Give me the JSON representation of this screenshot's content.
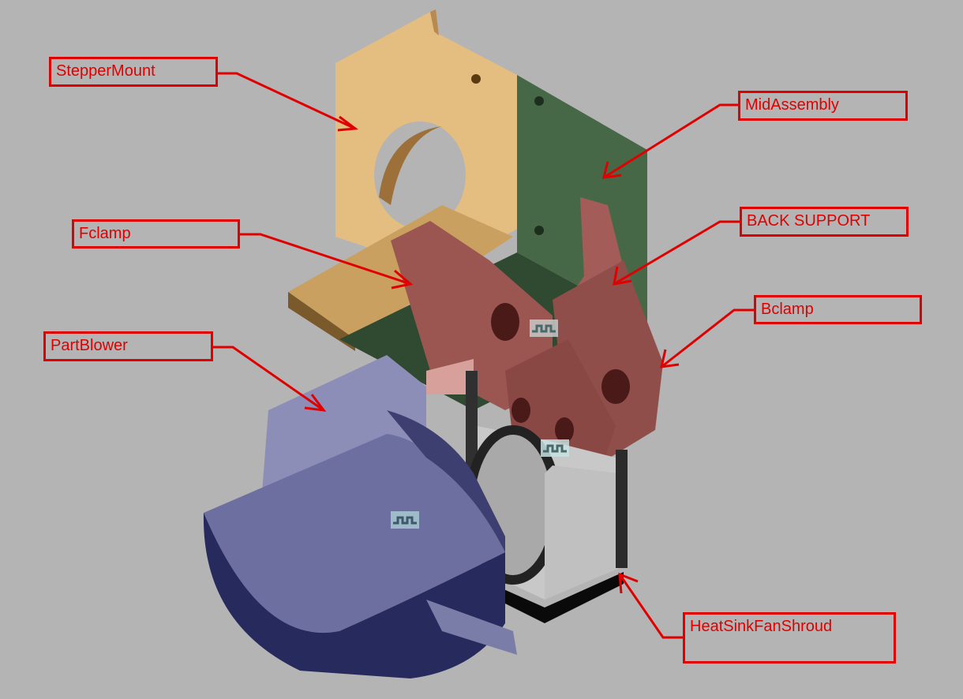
{
  "labels": {
    "stepper_mount": "StepperMount",
    "mid_assembly": "MidAssembly",
    "fclamp": "Fclamp",
    "back_support": "BACK SUPPORT",
    "bclamp": "Bclamp",
    "part_blower": "PartBlower",
    "heat_sink_fan_shroud": "HeatSinkFanShroud"
  },
  "colors": {
    "background": "#b4b4b4",
    "annotation": "#e00000",
    "stepper_mount": "#e2b97a",
    "mid_assembly": "#4a6a48",
    "clamps": "#9e5a55",
    "part_blower": "#8a8cb8",
    "shroud": "#2a2a2a"
  }
}
